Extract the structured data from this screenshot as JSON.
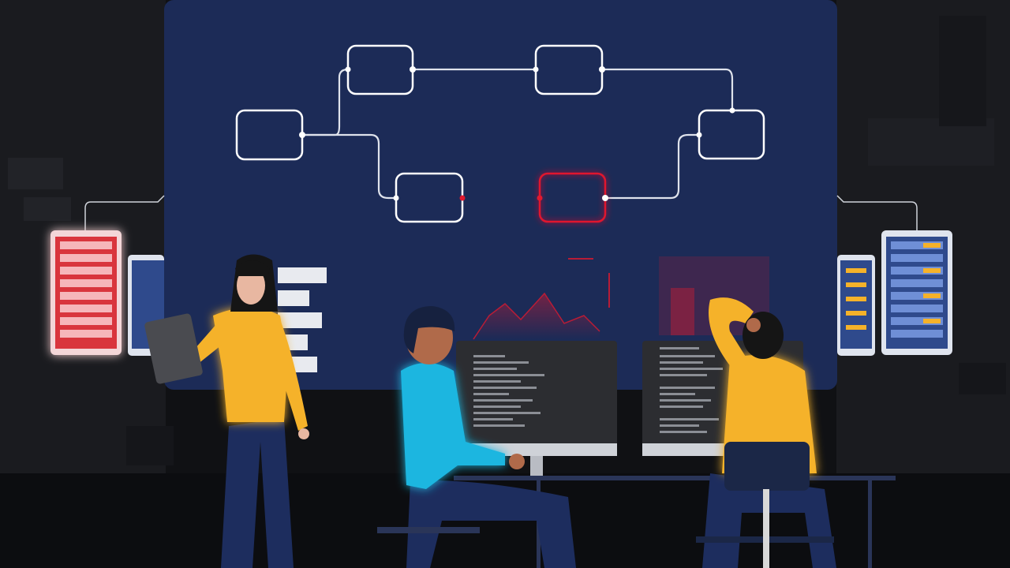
{
  "scene": {
    "description_colors": {
      "background": "#101114",
      "board": "#1c2b57",
      "node_default": "#ffffff",
      "node_alert": "#e0192f",
      "server_alert": "#d9363e",
      "server_normal": "#2f4a8c",
      "shirt_yellow": "#f5b22a",
      "shirt_blue": "#1fb6e0",
      "pants_navy": "#1d2d5e"
    },
    "workflow": {
      "nodes": [
        {
          "id": "n1",
          "status": "normal"
        },
        {
          "id": "n2",
          "status": "normal"
        },
        {
          "id": "n3",
          "status": "normal"
        },
        {
          "id": "n4",
          "status": "normal"
        },
        {
          "id": "n5",
          "status": "normal"
        },
        {
          "id": "n6",
          "status": "alert"
        }
      ],
      "links": [
        {
          "from": "n1",
          "to": "n2",
          "status": "normal"
        },
        {
          "from": "n2",
          "to": "n3",
          "status": "normal"
        },
        {
          "from": "n3",
          "to": "n5",
          "status": "normal"
        },
        {
          "from": "n1",
          "to": "n4",
          "status": "normal"
        },
        {
          "from": "n4",
          "to": "n6",
          "status": "alert"
        },
        {
          "from": "n6",
          "to": "n5",
          "status": "normal"
        }
      ]
    },
    "servers": [
      {
        "side": "left",
        "status": "alert"
      },
      {
        "side": "left",
        "status": "normal"
      },
      {
        "side": "right",
        "status": "normal"
      },
      {
        "side": "right",
        "status": "normal"
      }
    ],
    "people": [
      {
        "role": "standing-with-tablet",
        "shirt": "yellow"
      },
      {
        "role": "seated-at-monitor",
        "shirt": "blue"
      },
      {
        "role": "seated-hand-on-head",
        "shirt": "yellow"
      }
    ]
  }
}
